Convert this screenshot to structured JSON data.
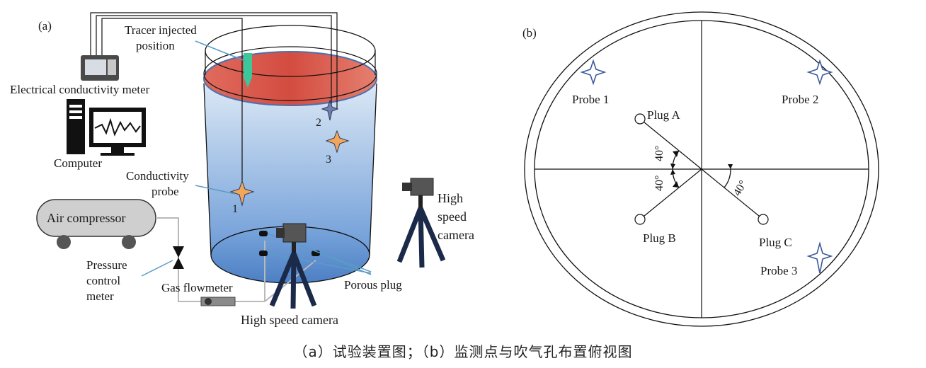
{
  "panel_a": {
    "label": "(a)",
    "tracer_line1": "Tracer injected",
    "tracer_line2": "position",
    "conductivity_meter": "Electrical conductivity meter",
    "computer": "Computer",
    "probe_line1": "Conductivity",
    "probe_line2": "probe",
    "air_compressor": "Air compressor",
    "pressure_line1": "Pressure",
    "pressure_line2": "control",
    "pressure_line3": "meter",
    "gas_flowmeter": "Gas flowmeter",
    "high_speed_camera_bottom": "High speed camera",
    "porous_plug": "Porous plug",
    "camera_right_line1": "High",
    "camera_right_line2": "speed",
    "camera_right_line3": "camera",
    "probe_numbers": [
      "1",
      "2",
      "3"
    ]
  },
  "panel_b": {
    "label": "(b)",
    "probe_1": "Probe 1",
    "probe_2": "Probe 2",
    "probe_3": "Probe 3",
    "plug_a": "Plug A",
    "plug_b": "Plug B",
    "plug_c": "Plug C",
    "angle": "40°"
  },
  "caption": "（a）试验装置图；（b）监测点与吹气孔布置俯视图",
  "colors": {
    "tank_top": "#c9dcf0",
    "tank_bottom": "#5b8fd0",
    "slag_layer": "#d9574a",
    "tracer": "#3cc79a",
    "probe_star": "#f2a65a",
    "probe_star_b": "#3a5a9a"
  }
}
